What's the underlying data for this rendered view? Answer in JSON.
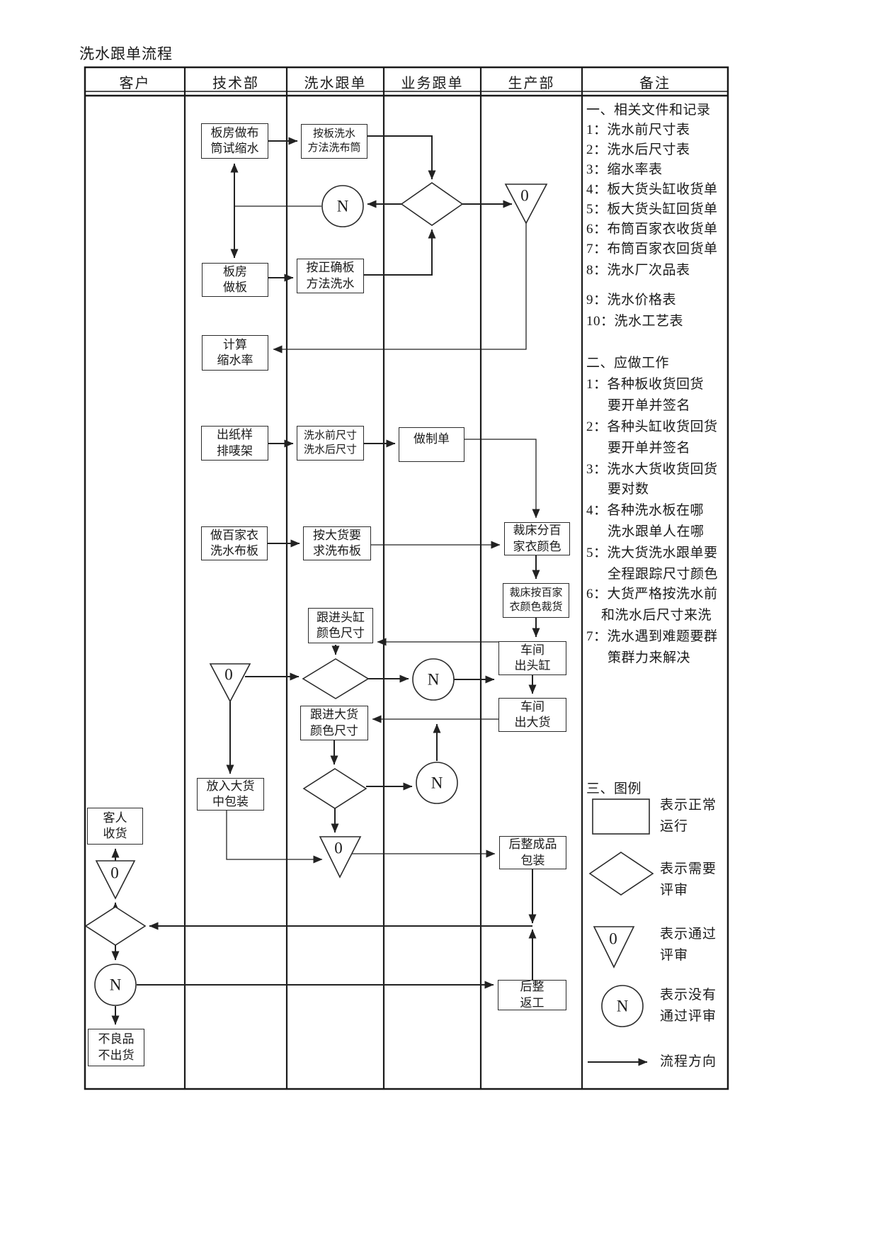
{
  "title": "洗水跟单流程",
  "columns": [
    "客户",
    "技术部",
    "洗水跟单",
    "业务跟单",
    "生产部",
    "备注"
  ],
  "nodes": {
    "pattern_room_tube_shrink": "板房做布\n筒试缩水",
    "wash_tube_by_board_method": "按板洗水\n方法洗布筒",
    "pattern_room_make_board": "板房\n做板",
    "wash_by_correct_method": "按正确板\n方法洗水",
    "calc_shrinkage": "计算\n缩水率",
    "paper_pattern_marker": "出纸样\n排唛架",
    "size_before_after": "洗水前尺寸\n洗水后尺寸",
    "make_order": "做制单",
    "patchwork_wash_board": "做百家衣\n洗水布板",
    "wash_board_bulk_req": "按大货要\n求洗布板",
    "cutting_sort_colors": "裁床分百\n家衣颜色",
    "cutting_cut_by_colors": "裁床按百家\n衣颜色裁货",
    "follow_first_batch": "跟进头缸\n颜色尺寸",
    "workshop_first_batch": "车间\n出头缸",
    "workshop_bulk": "车间\n出大货",
    "follow_bulk": "跟进大货\n颜色尺寸",
    "pack_into_bulk": "放入大货\n中包装",
    "finishing_packing": "后整成品\n包装",
    "finishing_rework": "后整\n返工",
    "customer_receive": "客人\n收货",
    "defective_no_ship": "不良品\n不出货",
    "pass_symbol": "0",
    "fail_symbol": "N"
  },
  "remarks": {
    "section1": {
      "heading": "一、相关文件和记录",
      "items": [
        "1：洗水前尺寸表",
        "2：洗水后尺寸表",
        "3：缩水率表",
        "4：板大货头缸收货单",
        "5：板大货头缸回货单",
        "6：布筒百家衣收货单",
        "7：布筒百家衣回货单",
        "8：洗水厂次品表",
        "9：洗水价格表",
        "10：洗水工艺表"
      ]
    },
    "section2": {
      "heading": "二、应做工作",
      "items": [
        "1：各种板收货回货",
        "要开单并签名",
        "2：各种头缸收货回货",
        "要开单并签名",
        "3：洗水大货收货回货",
        "要对数",
        "4：各种洗水板在哪",
        "洗水跟单人在哪",
        "5：洗大货洗水跟单要",
        "全程跟踪尺寸颜色",
        "6：大货严格按洗水前",
        "和洗水后尺寸来洗",
        "7：洗水遇到难题要群",
        "策群力来解决"
      ]
    },
    "section3": {
      "heading": "三、图例",
      "rect_label": "表示正常\n运行",
      "diamond_label": "表示需要\n评审",
      "triangle_label": "表示通过\n 评审",
      "circle_label": "表示没有\n通过评审",
      "arrow_label": "流程方向"
    }
  }
}
